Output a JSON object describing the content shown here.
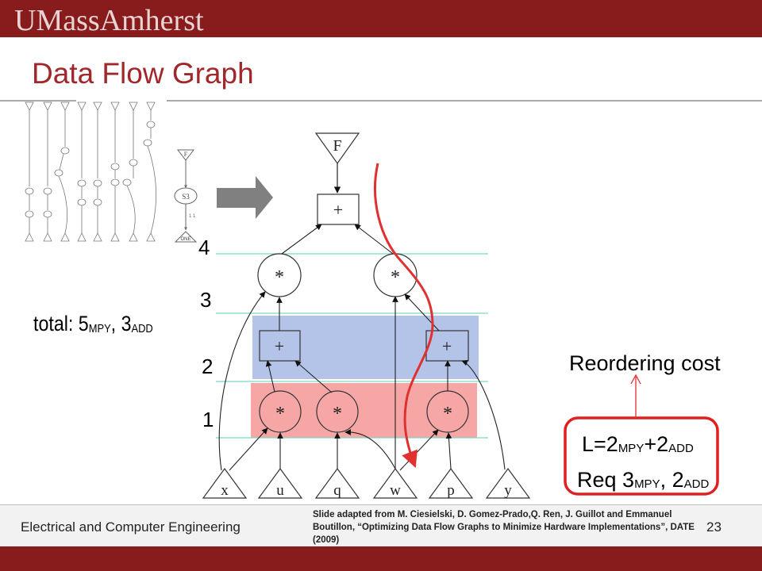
{
  "header": {
    "logo": "UMassAmherst"
  },
  "slide": {
    "title": "Data Flow Graph",
    "total_prefix": "total: 5",
    "total_mpy": "MPY",
    "total_mid": ", 3",
    "total_add": "ADD",
    "reordering_cost": "Reordering cost",
    "latency_prefix": "L=2",
    "latency_mpy": "MPY",
    "latency_mid": "+2",
    "latency_add": "ADD",
    "req_prefix": "Req 3",
    "req_mpy": "MPY",
    "req_mid": ", 2",
    "req_add": "ADD"
  },
  "levels": [
    "4",
    "3",
    "2",
    "1"
  ],
  "graph": {
    "output": "F",
    "top_add": "+",
    "mult_level3": [
      "*",
      "*"
    ],
    "add_level2": [
      "+",
      "+"
    ],
    "mult_level1": [
      "*",
      "*",
      "*"
    ],
    "inputs": [
      "x",
      "u",
      "q",
      "w",
      "p",
      "y"
    ]
  },
  "thumbnail": {
    "node_f": "F",
    "node_s3": "S3",
    "node_one": "ONE",
    "edge_label": "1 1"
  },
  "colors": {
    "maroon": "#881c1c",
    "title_red": "#a0282a",
    "blue_band": "#b4c4e8",
    "red_band": "#f7a6a6",
    "red_curve": "#e03030",
    "level_line": "#7fd6c4"
  },
  "footer": {
    "department": "Electrical and Computer Engineering",
    "citation": "Slide adapted from M. Ciesielski, D. Gomez-Prado,Q. Ren, J. Guillot and Emmanuel Boutillon, “Optimizing Data Flow Graphs to Minimize Hardware Implementations”, DATE (2009)",
    "page": "23"
  }
}
